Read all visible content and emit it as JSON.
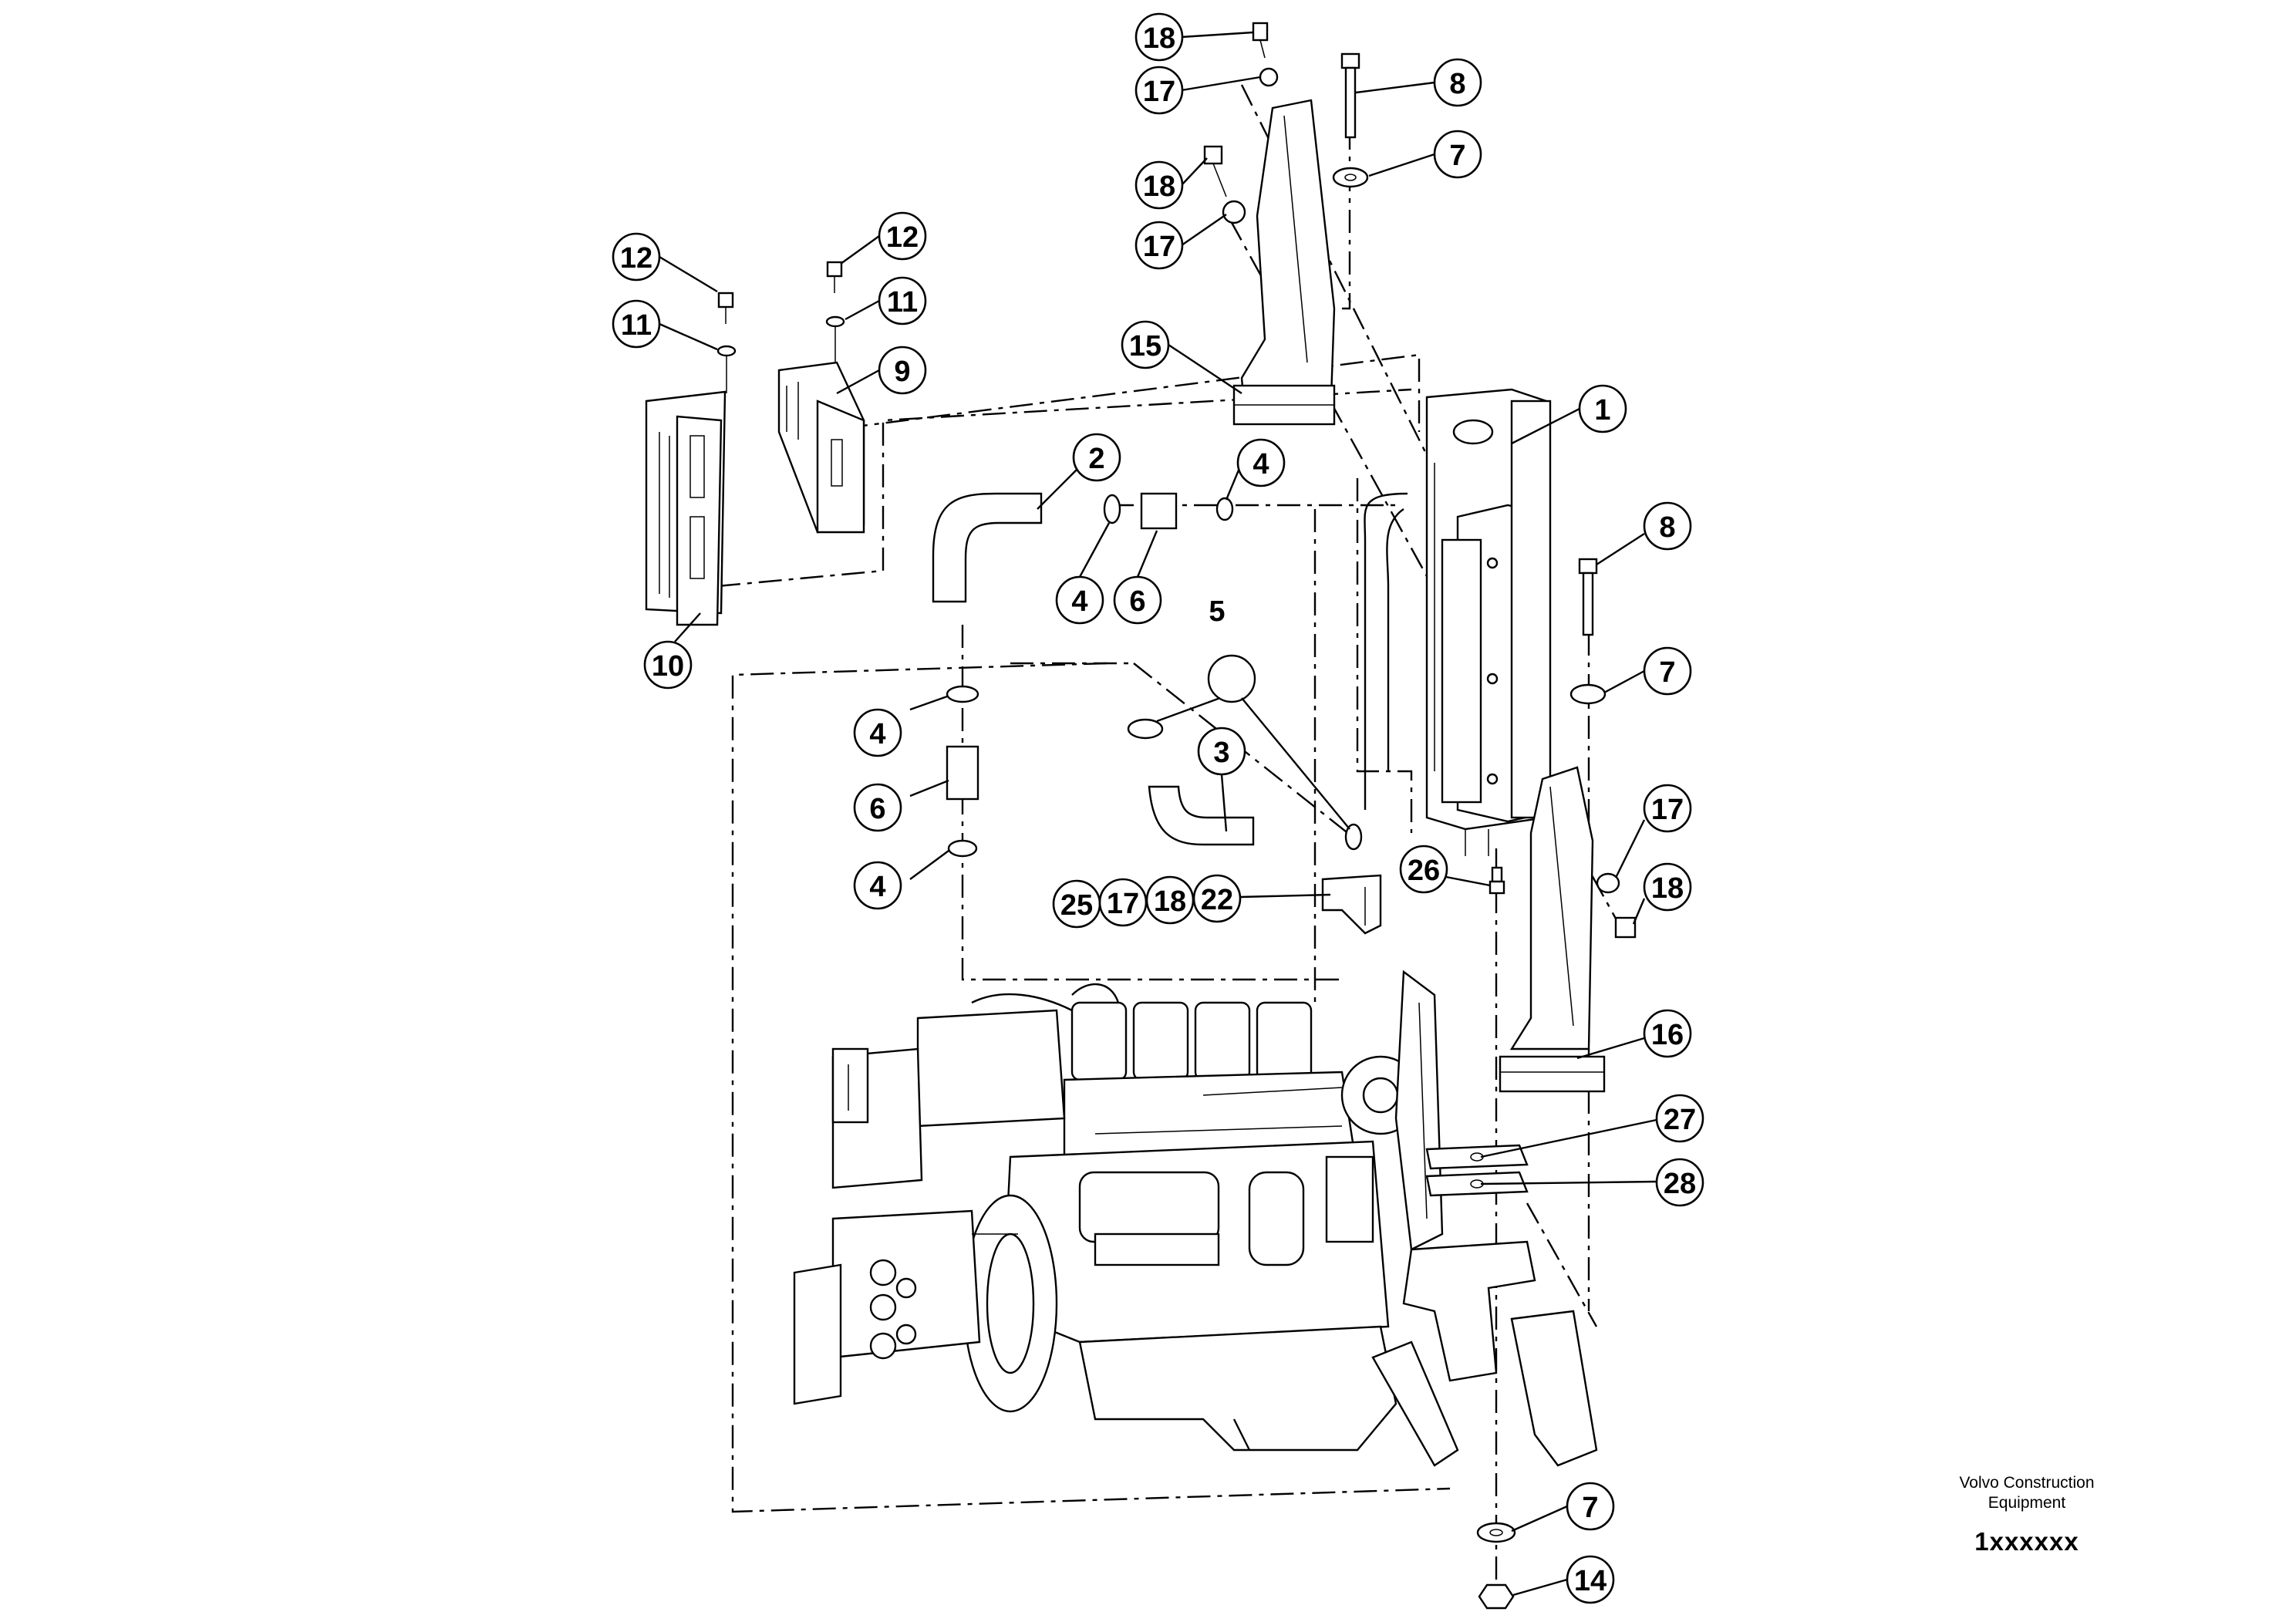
{
  "diagram": {
    "callouts": [
      {
        "id": "c18a",
        "label": "18"
      },
      {
        "id": "c17a",
        "label": "17"
      },
      {
        "id": "c18b",
        "label": "18"
      },
      {
        "id": "c17b",
        "label": "17"
      },
      {
        "id": "c8a",
        "label": "8"
      },
      {
        "id": "c7a",
        "label": "7"
      },
      {
        "id": "c12a",
        "label": "12"
      },
      {
        "id": "c11a",
        "label": "11"
      },
      {
        "id": "c12b",
        "label": "12"
      },
      {
        "id": "c11b",
        "label": "11"
      },
      {
        "id": "c9",
        "label": "9"
      },
      {
        "id": "c15",
        "label": "15"
      },
      {
        "id": "c1",
        "label": "1"
      },
      {
        "id": "c2",
        "label": "2"
      },
      {
        "id": "c4a",
        "label": "4"
      },
      {
        "id": "c4b",
        "label": "4"
      },
      {
        "id": "c6a",
        "label": "6"
      },
      {
        "id": "c10",
        "label": "10"
      },
      {
        "id": "c8b",
        "label": "8"
      },
      {
        "id": "c7b",
        "label": "7"
      },
      {
        "id": "c4c",
        "label": "4"
      },
      {
        "id": "c6b",
        "label": "6"
      },
      {
        "id": "c4d",
        "label": "4"
      },
      {
        "id": "c3",
        "label": "3"
      },
      {
        "id": "c17c",
        "label": "17"
      },
      {
        "id": "c18c",
        "label": "18"
      },
      {
        "id": "c26",
        "label": "26"
      },
      {
        "id": "c25",
        "label": "25"
      },
      {
        "id": "c17d",
        "label": "17"
      },
      {
        "id": "c18d",
        "label": "18"
      },
      {
        "id": "c22",
        "label": "22"
      },
      {
        "id": "c16",
        "label": "16"
      },
      {
        "id": "c27",
        "label": "27"
      },
      {
        "id": "c28",
        "label": "28"
      },
      {
        "id": "c7c",
        "label": "7"
      },
      {
        "id": "c14",
        "label": "14"
      }
    ],
    "free_labels": [
      {
        "id": "l5",
        "label": "5"
      }
    ]
  },
  "branding": {
    "line1": "Volvo Construction",
    "line2": "Equipment",
    "code": "1xxxxxx"
  }
}
